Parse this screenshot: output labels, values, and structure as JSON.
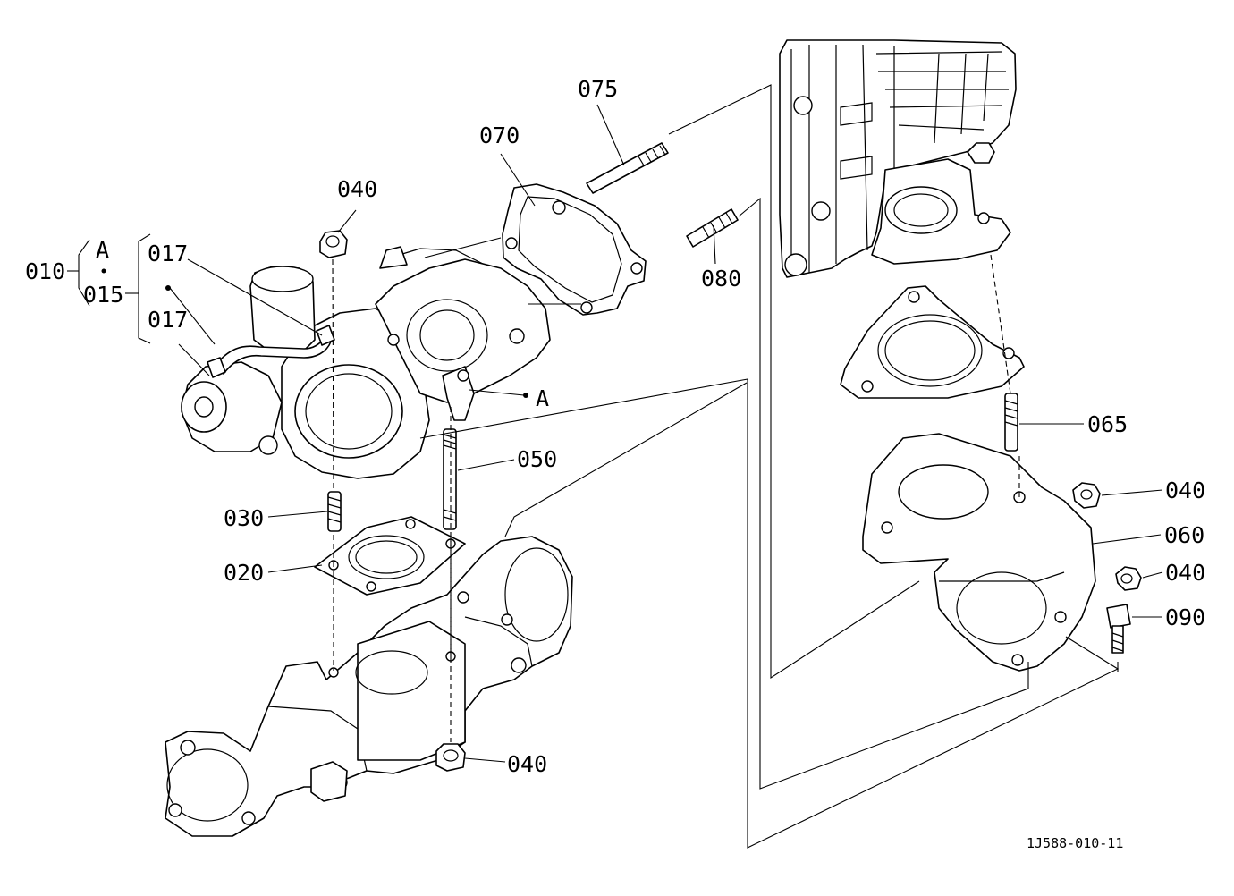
{
  "labels": {
    "l010": "010",
    "l015": "015",
    "lA1": "A",
    "l017a": "017",
    "l017b": "017",
    "l040a": "040",
    "l070": "070",
    "l075": "075",
    "l080": "080",
    "lA2": "A",
    "l050": "050",
    "l030": "030",
    "l020": "020",
    "l040b": "040",
    "l065": "065",
    "l040c": "040",
    "l060": "060",
    "l040d": "040",
    "l090": "090"
  },
  "drawing_code": "1J588-010-11"
}
